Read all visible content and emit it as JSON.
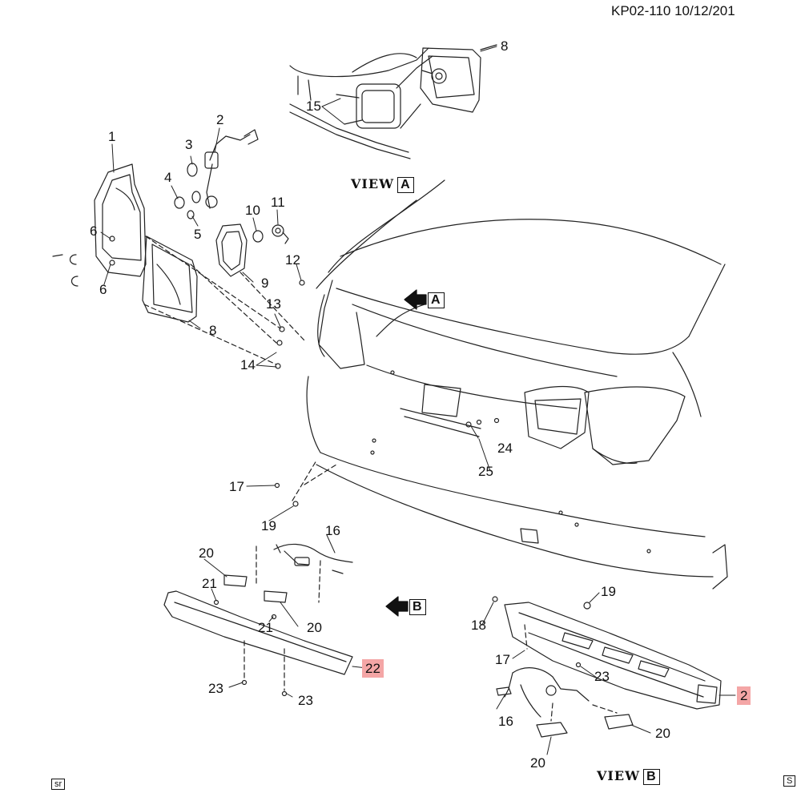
{
  "header": {
    "doc_code": "KP02-110  10/12/201"
  },
  "views": {
    "a": {
      "word": "VIEW",
      "letter": "A"
    },
    "b": {
      "word": "VIEW",
      "letter": "B"
    }
  },
  "arrows": {
    "a": "A",
    "b": "B"
  },
  "callouts": {
    "c1": "1",
    "c2": "2",
    "c3": "3",
    "c4": "4",
    "c5": "5",
    "c6a": "6",
    "c6b": "6",
    "c8a": "8",
    "c8b": "8",
    "c9": "9",
    "c10": "10",
    "c11": "11",
    "c12": "12",
    "c13": "13",
    "c14": "14",
    "c15": "15",
    "c16a": "16",
    "c16b": "16",
    "c17a": "17",
    "c17b": "17",
    "c18": "18",
    "c19a": "19",
    "c19b": "19",
    "c20a": "20",
    "c20b": "20",
    "c20c": "20",
    "c20d": "20",
    "c21a": "21",
    "c21b": "21",
    "c22": "22",
    "c22b": "2",
    "c23a": "23",
    "c23b": "23",
    "c23c": "23",
    "c24": "24",
    "c25": "25"
  },
  "corner": {
    "left": "sr",
    "right": "S"
  },
  "colors": {
    "highlight": "#f4a6a6",
    "line": "#222222"
  }
}
